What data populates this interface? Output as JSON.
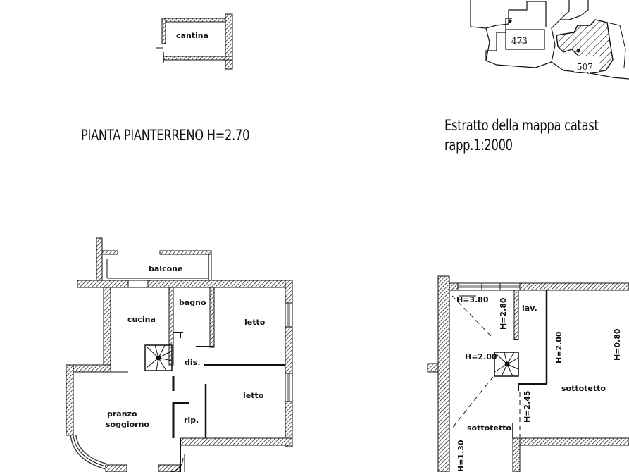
{
  "titles": {
    "ground_floor": "PIANTA PIANTERRENO H=2.70",
    "cadastral_line1": "Estratto della mappa catast",
    "cadastral_line2": "rapp.1:2000"
  },
  "cellar_plan": {
    "room": "cantina"
  },
  "cadastral_map": {
    "parcel_a": "473",
    "parcel_b": "507"
  },
  "main_floor": {
    "rooms": {
      "balcony": "balcone",
      "kitchen": "cucina",
      "bathroom": "bagno",
      "bedroom_1": "letto",
      "corridor": "dis.",
      "bedroom_2": "letto",
      "dining_living_1": "pranzo",
      "dining_living_2": "soggiorno",
      "storage": "rip."
    }
  },
  "attic_plan": {
    "rooms": {
      "laundry": "lav.",
      "attic_right": "sottotetto",
      "attic_left": "sottotetto"
    },
    "heights": {
      "h1": "H=3.80",
      "h2": "H=2.80",
      "h3": "H=2.00",
      "h4": "H=2.00",
      "h5": "H=0.80",
      "h6": "H=2.45",
      "h7": "H=1.30"
    }
  },
  "colors": {
    "ink": "#111111",
    "paper": "#ffffff"
  }
}
